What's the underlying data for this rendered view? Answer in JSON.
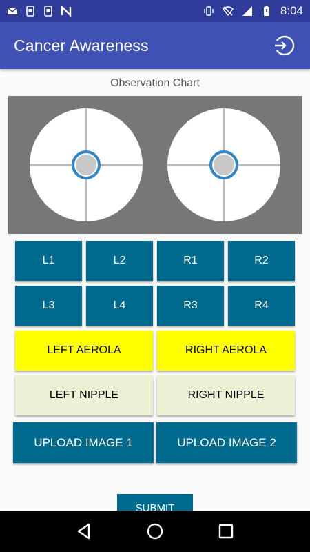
{
  "status_bar": {
    "time": "8:04",
    "left_icons": [
      "gmail-icon",
      "screenshot-icon",
      "screenshot-icon",
      "n-logo-icon"
    ],
    "right_icons": [
      "vibrate-icon",
      "wifi-off-icon",
      "signal-icon",
      "battery-icon"
    ]
  },
  "app_bar": {
    "title": "Cancer Awareness",
    "action_icon": "logout-icon",
    "color": "#3f51b5"
  },
  "chart": {
    "caption": "Observation Chart",
    "background": "#777777"
  },
  "quadrants": {
    "row1": [
      "L1",
      "L2",
      "R1",
      "R2"
    ],
    "row2": [
      "L3",
      "L4",
      "R3",
      "R4"
    ]
  },
  "aerola": {
    "left": "LEFT AEROLA",
    "right": "RIGHT AEROLA",
    "color": "#ffff00"
  },
  "nipple": {
    "left": "LEFT NIPPLE",
    "right": "RIGHT NIPPLE",
    "color": "#eef0d5"
  },
  "upload": {
    "image1": "UPLOAD IMAGE 1",
    "image2": "UPLOAD IMAGE 2"
  },
  "submit": {
    "label": "SUBMIT"
  },
  "nav": [
    "back-icon",
    "home-icon",
    "recents-icon"
  ],
  "colors": {
    "button_blue": "#006a8e"
  }
}
